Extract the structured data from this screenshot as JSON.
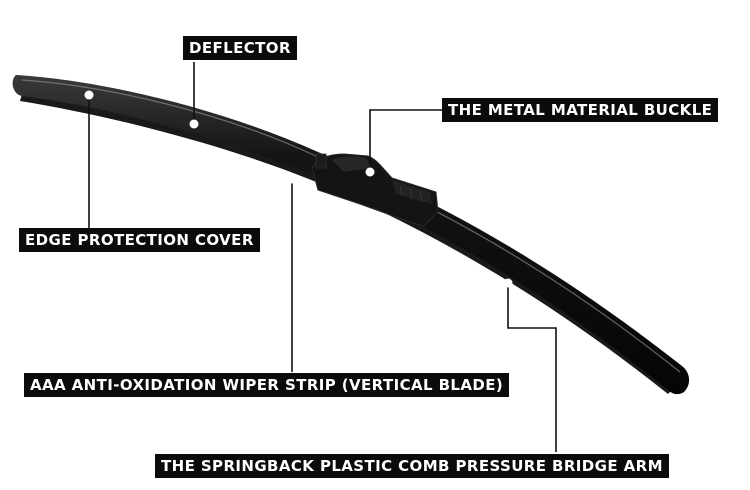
{
  "labels": {
    "deflector": "DEFLECTOR",
    "metal_buckle": "THE METAL MATERIAL BUCKLE",
    "edge_cover": "EDGE PROTECTION COVER",
    "wiper_strip": "AAA ANTI-OXIDATION WIPER STRIP (VERTICAL BLADE)",
    "bridge_arm": "THE SPRINGBACK PLASTIC COMB PRESSURE BRIDGE ARM"
  },
  "colors": {
    "blade": "#0e0e0e",
    "highlight": "#8a8a8a",
    "label_bg": "#0b0b0b",
    "label_text": "#ffffff",
    "leader": "#111111"
  }
}
